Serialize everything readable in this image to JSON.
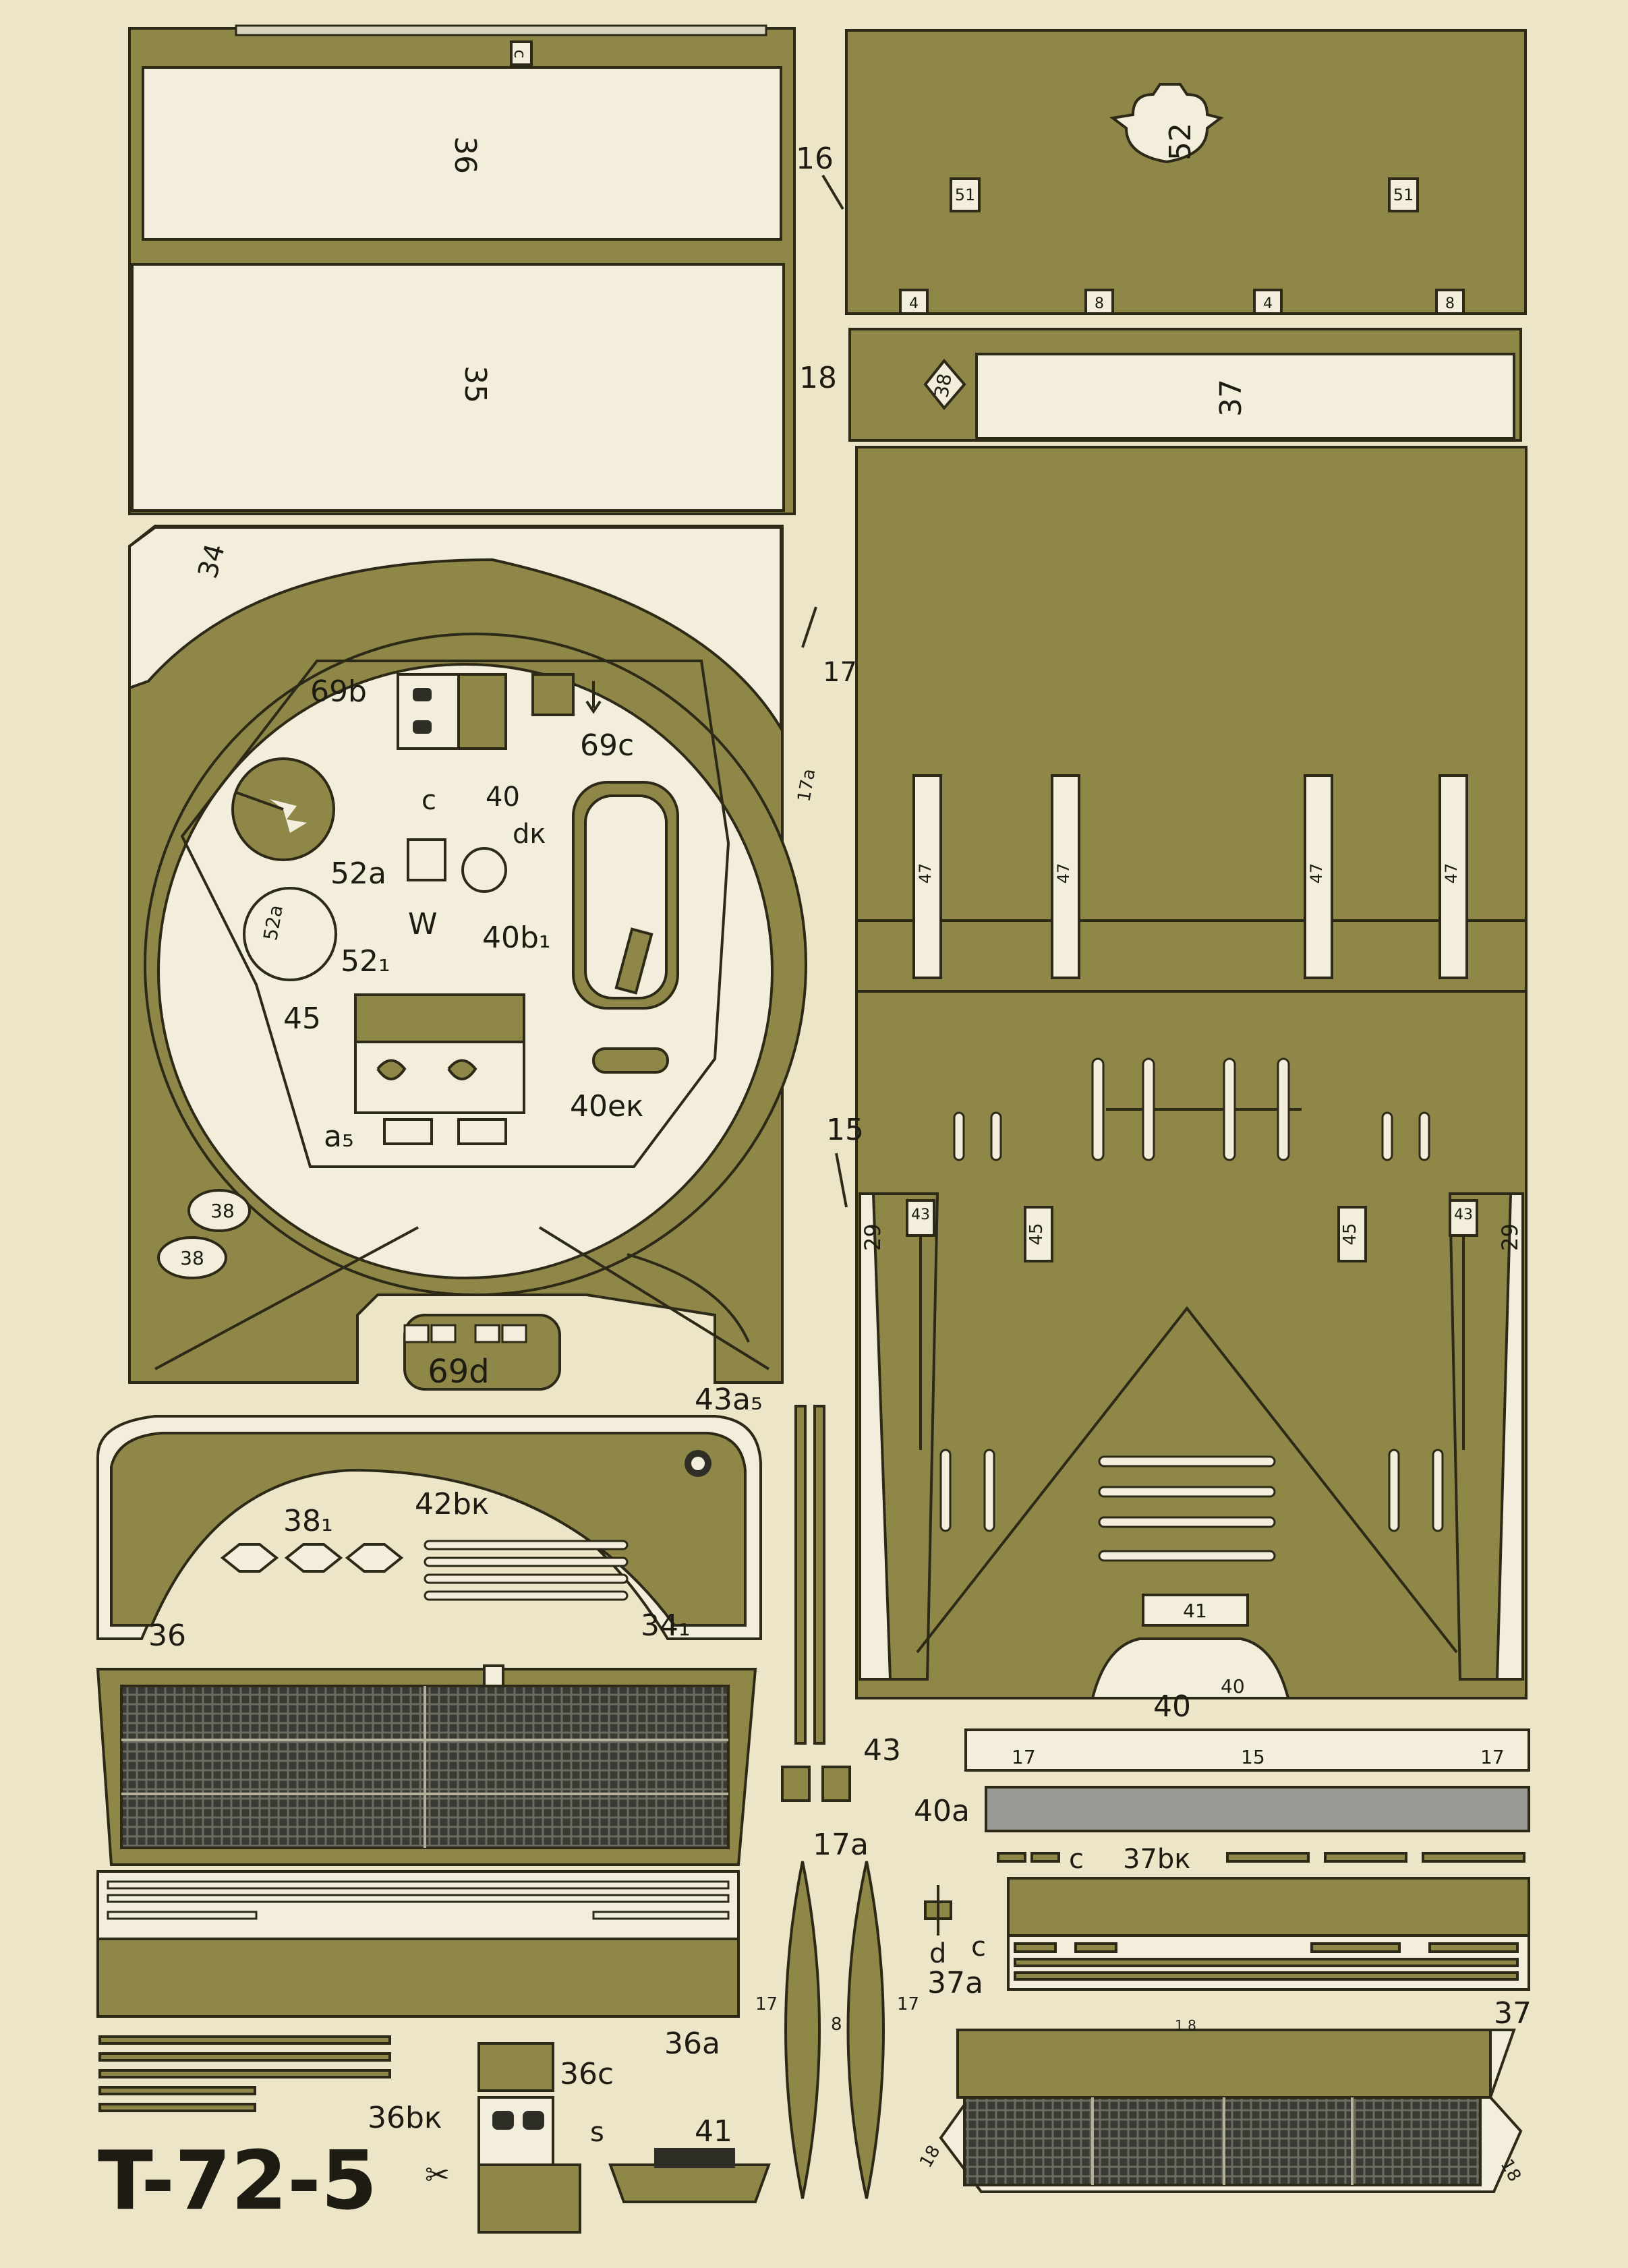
{
  "sheet_title": "T-72-5",
  "colors": {
    "paper": "#ece5c8",
    "olive": "#8e8748",
    "cream": "#f2eedb",
    "ink": "#2c2a17",
    "mesh": "#3a3a34",
    "grey": "#9a9a94"
  },
  "labels": {
    "p36_top": "36",
    "p35": "35",
    "p34": "34",
    "p17_side": "17",
    "p17a_side": "17a",
    "p69b": "69b",
    "p69c": "69c",
    "p40_c": "c",
    "p40": "40",
    "p40dk": "dк",
    "p52a": "52a",
    "p52a_small": "52a",
    "p52_1": "52₁",
    "p40b1": "40b₁",
    "p40ek": "40eк",
    "p45": "45",
    "pa5": "a₅",
    "pW": "W",
    "p38_a": "38",
    "p38_b": "38",
    "p69d": "69d",
    "p16": "16",
    "p52": "52",
    "p51_a": "51",
    "p51_b": "51",
    "p4_a": "4",
    "p8_a": "8",
    "p4_b": "4",
    "p8_b": "8",
    "p18": "18",
    "p38_c": "38",
    "p37": "37",
    "p47_a": "47",
    "p47_b": "47",
    "p47_c": "47",
    "p47_d": "47",
    "p15": "15",
    "p43_a": "43",
    "p43_b": "43",
    "p45_a": "45",
    "p45_b": "45",
    "p29_a": "29",
    "p29_b": "29",
    "p41_mid": "41",
    "p40_bottom": "40",
    "p40_bottom_in": "40",
    "p43a5": "43a₅",
    "p42bk": "42bк",
    "p38_1": "38₁",
    "p34_1": "34₁",
    "p36_grille": "36",
    "p36_c": "c",
    "p36a": "36a",
    "p36c": "36c",
    "p36bk": "36bк",
    "p_s": "s",
    "p41": "41",
    "p43_small": "43",
    "p17a_pair": "17a",
    "p17_l": "17",
    "p8_mid": "8",
    "p17_r": "17",
    "p_d": "d",
    "p40a": "40a",
    "p17_strip_l": "17",
    "p15_strip": "15",
    "p17_strip_r": "17",
    "p37bk_c": "c",
    "p37bk": "37bк",
    "p37a_c": "c",
    "p37a": "37a",
    "p37_bottom": "37",
    "p18_l": "18",
    "p18_r": "18",
    "p1_8": "1 8"
  }
}
